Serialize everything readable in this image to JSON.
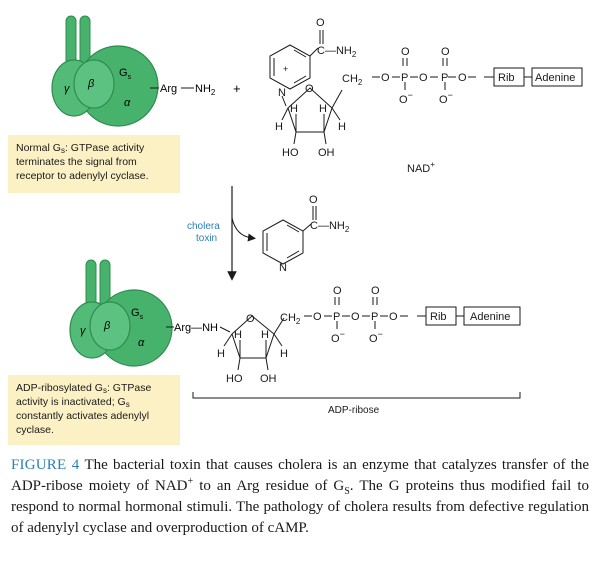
{
  "protein_labels": {
    "gamma": "γ",
    "beta": "β",
    "gs": "G",
    "gs_sub": "s",
    "alpha": "α"
  },
  "top": {
    "arg_label": "Arg",
    "nh2": "NH",
    "nh2_sub": "2",
    "plus_sign": "+"
  },
  "nad": {
    "carbonyl_o": "O",
    "amide": "C—NH",
    "amide_sub": "2",
    "n_plus": "+",
    "ring_n": "N",
    "ring_o": "O",
    "ch2": "CH",
    "ch2_sub": "2",
    "link_o": "O",
    "p": "P",
    "o_minus": "O",
    "minus": "−",
    "h": "H",
    "ho": "HO",
    "oh": "OH",
    "rib": "Rib",
    "adenine": "Adenine",
    "name": "NAD",
    "name_sup": "+"
  },
  "toxin": {
    "label_line1": "cholera",
    "label_line2": "toxin"
  },
  "nicotinamide": {
    "o": "O",
    "amide": "C—NH",
    "amide_sub": "2",
    "n": "N"
  },
  "adp": {
    "arg_nh": "Arg—NH",
    "ribose_label": "ADP-ribose"
  },
  "notes": {
    "normal": {
      "line1_a": "Normal G",
      "line1_sub": "s",
      "line1_b": ": GTPase activity",
      "line2": "terminates the signal from",
      "line3": "receptor to adenylyl cyclase."
    },
    "adp_ribosylated": {
      "line1_a": "ADP-ribosylated G",
      "line1_sub": "s",
      "line1_b": ": GTPase",
      "line2_a": "activity is inactivated; G",
      "line2_sub": "s",
      "line3": "constantly activates adenylyl",
      "line4": "cyclase."
    }
  },
  "caption": {
    "label": "FIGURE 4",
    "text_a": " The bacterial toxin that causes cholera is an enzyme that catalyzes transfer of the ADP-ribose moiety of NAD",
    "text_sup": "+",
    "text_b": " to an Arg residue of G",
    "text_sub": "S",
    "text_c": ". The G proteins thus modified fail to respond to normal hormonal stimuli. The pathology of cholera results from defective regulation of adenylyl cyclase and overproduction of cAMP."
  },
  "colors": {
    "protein_green": "#46b26c",
    "protein_dark": "#2f8c4f",
    "note_bg": "#fbf1c4",
    "toxin_label": "#2a7fb8",
    "caption_label": "#2a7fb8"
  }
}
